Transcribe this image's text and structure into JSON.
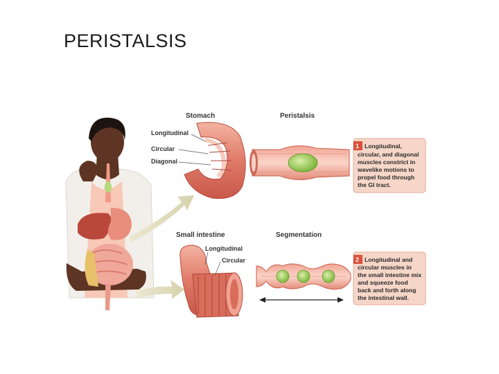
{
  "slide": {
    "title": "PERISTALSIS"
  },
  "diagram": {
    "headers": {
      "stomach": "Stomach",
      "peristalsis": "Peristalsis",
      "small_intestine": "Small intestine",
      "segmentation": "Segmentation"
    },
    "stomach_labels": [
      "Longitudinal",
      "Circular",
      "Diagonal"
    ],
    "intestine_labels": [
      "Longitudinal",
      "Circular"
    ],
    "callouts": [
      {
        "number": "1",
        "lines": [
          "Longitudinal,",
          "circular, and diagonal",
          "muscles constrict in",
          "wavelike motions to",
          "propel food through",
          "the GI tract."
        ]
      },
      {
        "number": "2",
        "lines": [
          "Longitudinal and",
          "circular muscles in",
          "the small intestine mix",
          "and squeeze food",
          "back and forth along",
          "the intestinal wall."
        ]
      }
    ],
    "colors": {
      "callout_bg": "#f6d6c8",
      "callout_border": "#e4a896",
      "badge": "#d8523c",
      "muscle": "#e07a68",
      "food_bolus": "#9ccc5a",
      "arrow": "#ddd9b8"
    }
  }
}
